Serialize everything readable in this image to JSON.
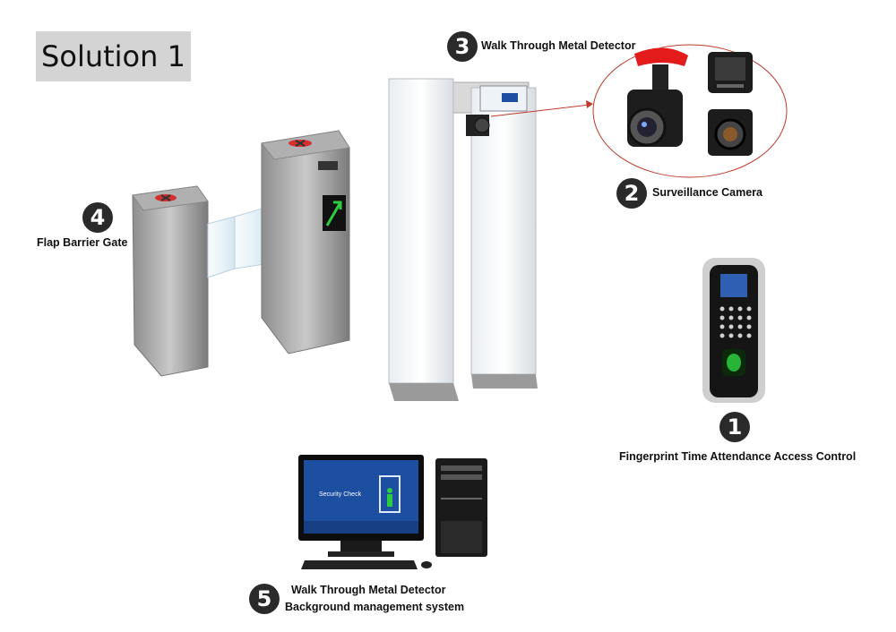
{
  "title": "Solution 1",
  "items": [
    {
      "number": "1",
      "label": "Fingerprint Time Attendance Access Control"
    },
    {
      "number": "2",
      "label": "Surveillance Camera"
    },
    {
      "number": "3",
      "label": "Walk Through Metal Detector"
    },
    {
      "number": "4",
      "label": "Flap Barrier Gate"
    },
    {
      "number": "5",
      "label_line1": "Walk Through Metal Detector",
      "label_line2": "Background management system"
    }
  ],
  "monitor_screen": {
    "text": "Security Check"
  },
  "colors": {
    "badge": "#2a2a2a",
    "title_bg": "#d4d4d4",
    "callout": "#c0392b",
    "screen": "#1c4fa0"
  }
}
